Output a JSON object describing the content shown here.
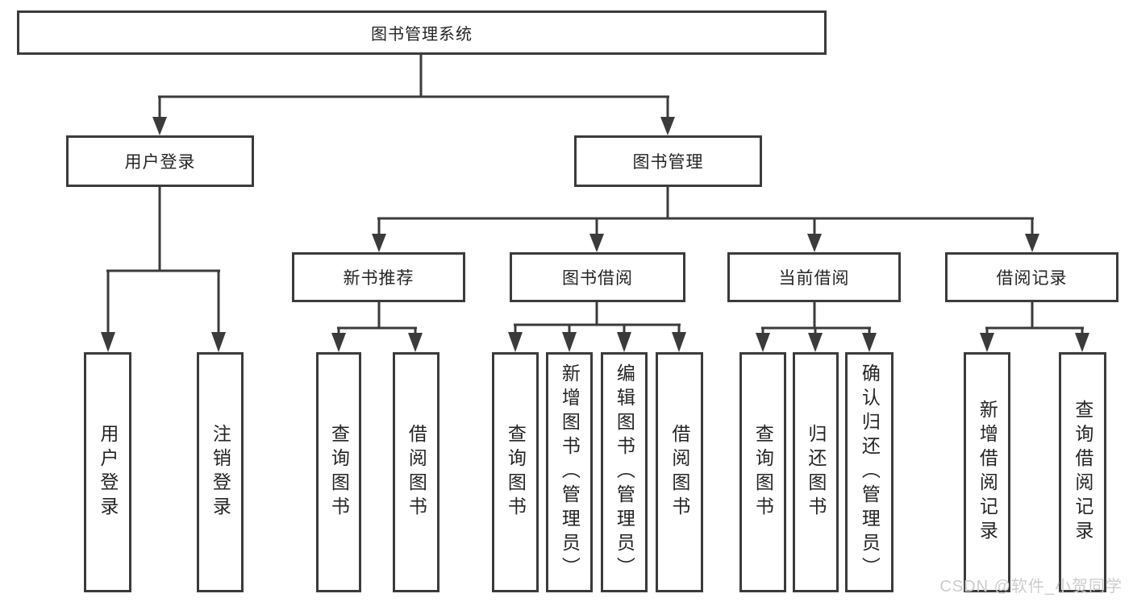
{
  "colors": {
    "line": "#3b3b3b",
    "text": "#242424",
    "watermark": "#cccccc",
    "background": "#ffffff"
  },
  "tree": {
    "root": {
      "label": "图书管理系统"
    },
    "branches": [
      {
        "label": "用户登录",
        "children": [
          {
            "label": "用户登录"
          },
          {
            "label": "注销登录"
          }
        ]
      },
      {
        "label": "图书管理",
        "children": [
          {
            "label": "新书推荐",
            "children": [
              {
                "label": "查询图书"
              },
              {
                "label": "借阅图书"
              }
            ]
          },
          {
            "label": "图书借阅",
            "children": [
              {
                "label": "查询图书"
              },
              {
                "label": "新增图书（管理员）"
              },
              {
                "label": "编辑图书（管理员）"
              },
              {
                "label": "借阅图书"
              }
            ]
          },
          {
            "label": "当前借阅",
            "children": [
              {
                "label": "查询图书"
              },
              {
                "label": "归还图书"
              },
              {
                "label": "确认归还（管理员）"
              }
            ]
          },
          {
            "label": "借阅记录",
            "children": [
              {
                "label": "新增借阅记录"
              },
              {
                "label": "查询借阅记录"
              }
            ]
          }
        ]
      }
    ]
  },
  "watermark": {
    "text": "CSDN @软件_小贺同学"
  }
}
